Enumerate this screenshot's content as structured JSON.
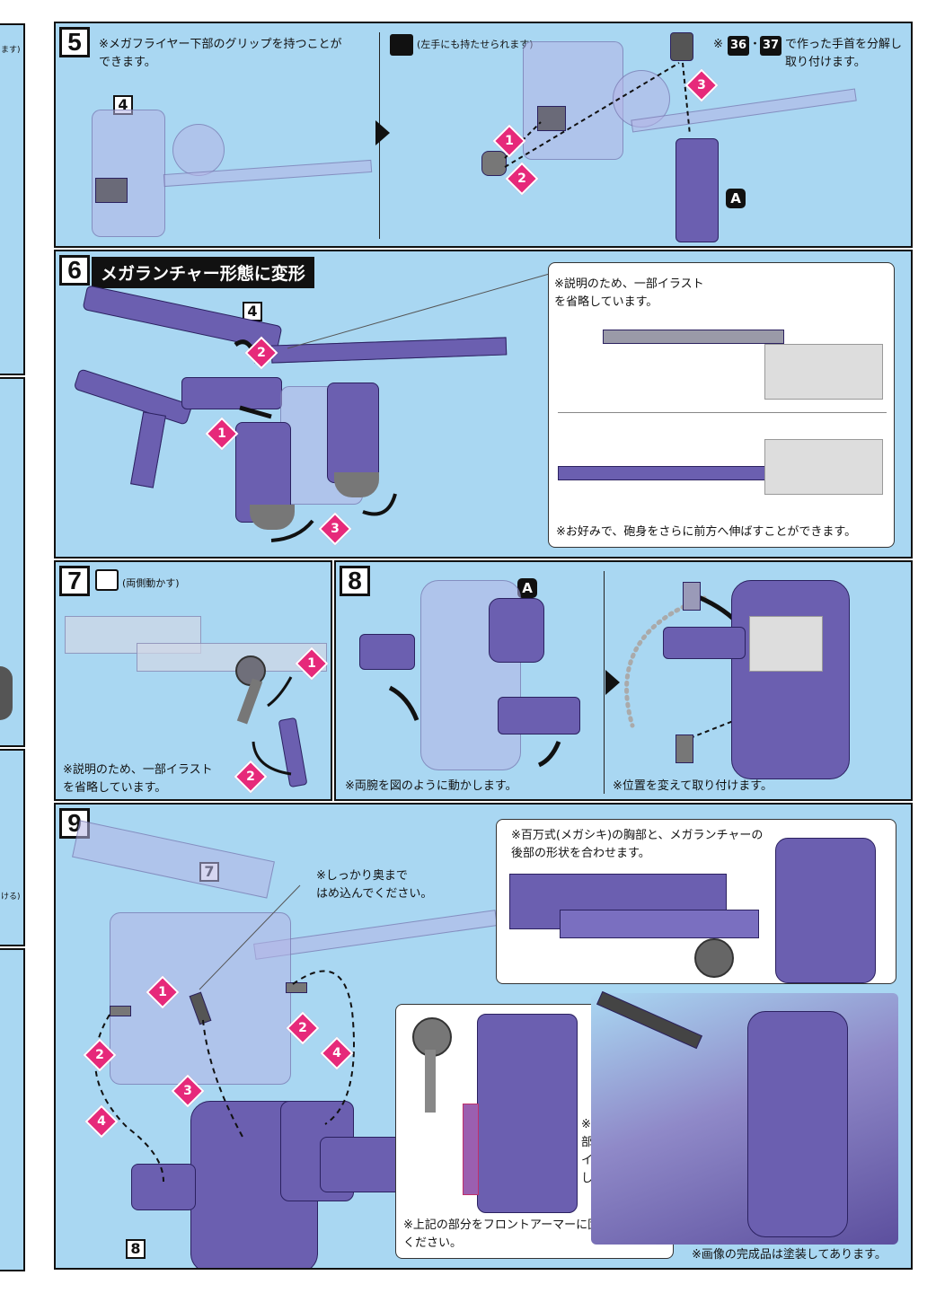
{
  "left_strip": {
    "texts": [
      "ます)",
      "ける)"
    ]
  },
  "step5": {
    "number": "5",
    "note1": "※メガフライヤー下部のグリップを持つことが\nできます。",
    "ref4": "4",
    "icon_note": "(左手にも持たせられます)",
    "note2_prefix": "※",
    "note2_num1": "36",
    "note2_sep": "・",
    "note2_num2": "37",
    "note2_text": "で作った手首を分解し\n取り付けます。",
    "tagA": "A",
    "markers": [
      "1",
      "2",
      "3"
    ],
    "colors": {
      "marker": "#e6297a",
      "panel": "#a9d7f2",
      "part": "#6b5fb0"
    }
  },
  "step6": {
    "number": "6",
    "title": "メガランチャー形態に変形",
    "ref4": "4",
    "markers": [
      "1",
      "2",
      "3"
    ],
    "inset_note1": "※説明のため、一部イラスト\nを省略しています。",
    "inset_note2": "※お好みで、砲身をさらに前方へ伸ばすことができます。"
  },
  "step7": {
    "number": "7",
    "icon_note": "(両側動かす)",
    "markers": [
      "1",
      "2"
    ],
    "note": "※説明のため、一部イラスト\n を省略しています。"
  },
  "step8": {
    "number": "8",
    "tagA": "A",
    "note1": "※両腕を図のように動かします。",
    "note2": "※位置を変えて取り付けます。"
  },
  "step9": {
    "number": "9",
    "ref7": "7",
    "ref8": "8",
    "note_insert": "※しっかり奥まで\nはめ込んでください。",
    "markers": [
      "1",
      "2",
      "2",
      "3",
      "4",
      "4"
    ],
    "inset1_note": "※百万式(メガシキ)の胸部と、メガランチャーの\n 後部の形状を合わせます。",
    "inset2_note": "※説明のため、一部\nイラストを省略\nしています。",
    "inset2_bottom": "※上記の部分をフロントアーマーに固定して\n ください。",
    "photo_note": "※画像の完成品は塗装してあります。"
  }
}
